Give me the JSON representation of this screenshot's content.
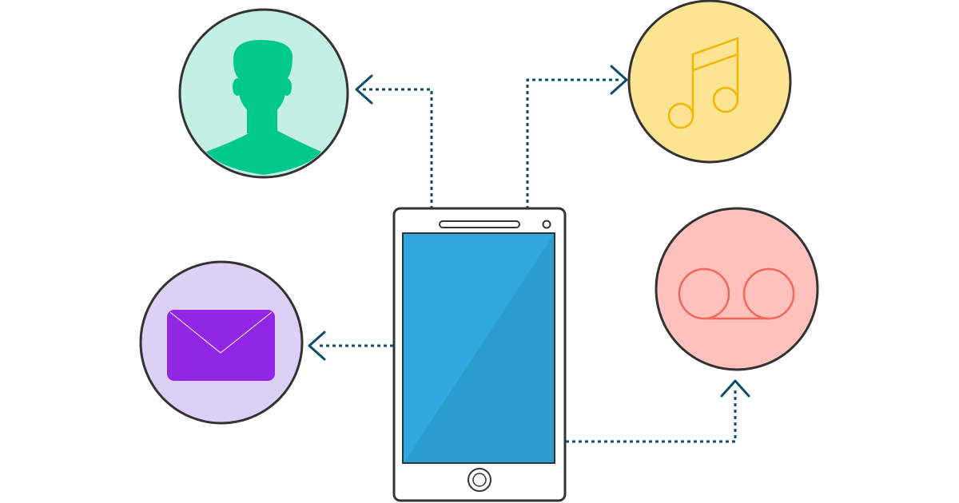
{
  "diagram": {
    "nodes": [
      {
        "id": "contact",
        "icon": "person-silhouette-icon",
        "fill": "#c4f0e4",
        "icon_color": "#00c98a"
      },
      {
        "id": "music",
        "icon": "music-note-icon",
        "fill": "#fde492",
        "icon_color": "#f5b400"
      },
      {
        "id": "email",
        "icon": "envelope-icon",
        "fill": "#dcd0f6",
        "icon_color": "#9126e4"
      },
      {
        "id": "voicemail",
        "icon": "voicemail-icon",
        "fill": "#ffc1bb",
        "icon_color": "#f0675d"
      }
    ],
    "center": {
      "icon": "smartphone-icon",
      "screen_color": "#2fa8df",
      "screen_shade": "#2c9ccf"
    },
    "connections": [
      {
        "from": "smartphone",
        "to": "contact"
      },
      {
        "from": "smartphone",
        "to": "music"
      },
      {
        "from": "smartphone",
        "to": "email"
      },
      {
        "from": "smartphone",
        "to": "voicemail"
      }
    ]
  },
  "colors": {
    "outline": "#333333",
    "connector": "#0b4f6c",
    "background": "#ffffff"
  }
}
